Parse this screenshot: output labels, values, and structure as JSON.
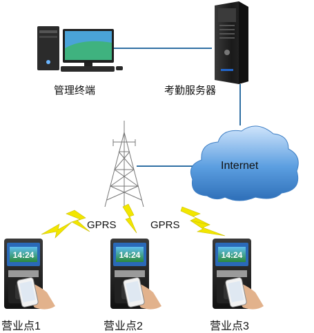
{
  "nodes": {
    "management_terminal": {
      "label": "管理终端",
      "icon": "desktop-computer-icon"
    },
    "attendance_server": {
      "label": "考勤服务器",
      "icon": "tower-server-icon"
    },
    "internet": {
      "label": "Internet",
      "icon": "cloud-icon"
    },
    "gprs_tower": {
      "icon": "antenna-tower-icon"
    },
    "branches": [
      {
        "label": "营业点1",
        "time": "14:24",
        "icon": "attendance-terminal-icon"
      },
      {
        "label": "营业点2",
        "time": "14:24",
        "icon": "attendance-terminal-icon"
      },
      {
        "label": "营业点3",
        "time": "14:24",
        "icon": "attendance-terminal-icon"
      }
    ]
  },
  "links": {
    "gprs_left": "GPRS",
    "gprs_right": "GPRS"
  },
  "colors": {
    "link_line": "#2f6fa3",
    "cloud": "#4f93d6",
    "lightning": "#f2e600",
    "server": "#1f1f1f",
    "terminal_screen": "#2a69b8"
  }
}
